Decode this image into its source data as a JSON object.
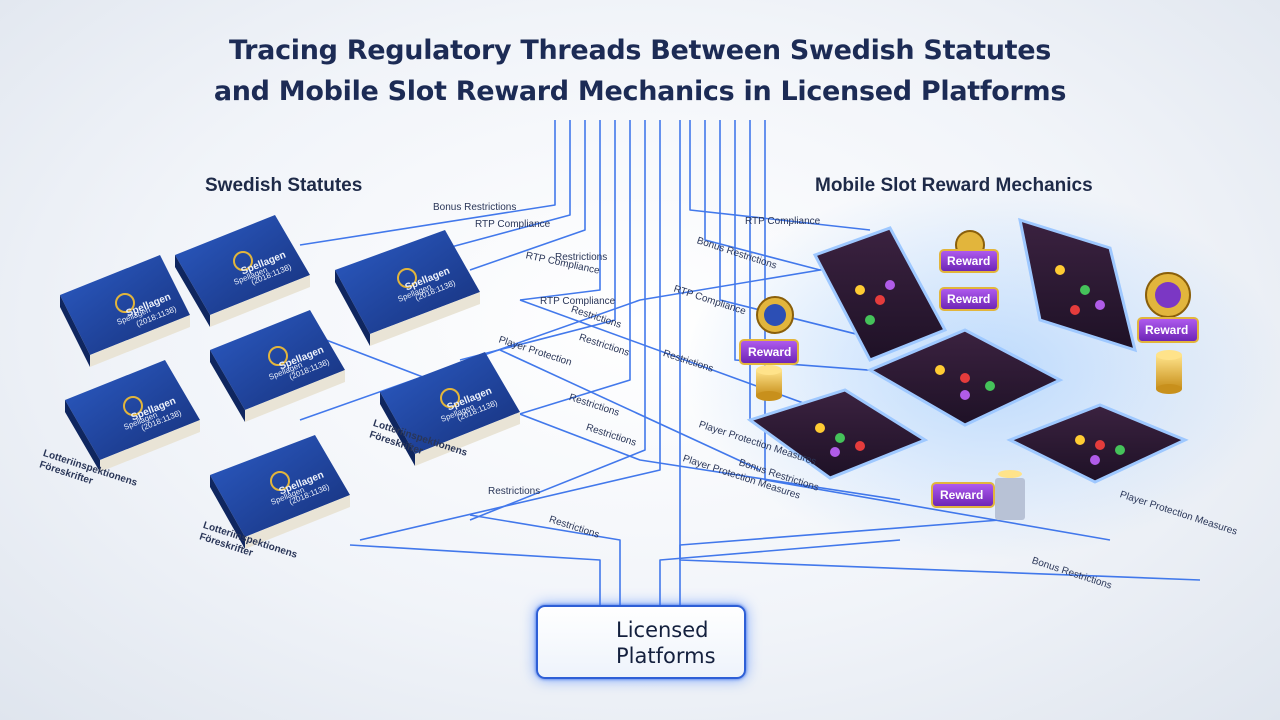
{
  "title": "Tracing Regulatory Threads Between Swedish Statutes\nand Mobile Slot Reward Mechanics in Licensed Platforms",
  "left_section_title": "Swedish Statutes",
  "right_section_title": "Mobile Slot Reward Mechanics",
  "statute_books": [
    {
      "label": "Spellagen",
      "sub": "(2018:1138)"
    },
    {
      "label": "Spellagen",
      "sub": "(2018:1138)"
    },
    {
      "label": "Spellagen",
      "sub": "(2018:1138)"
    },
    {
      "label": "Spellagen",
      "sub": "(2018:1138)"
    },
    {
      "label": "Spellagen",
      "sub": "(2018:1138)"
    },
    {
      "label": "Spellagen",
      "sub": "(2018:1138)"
    },
    {
      "label": "Spellagen",
      "sub": "(2018:1138)"
    }
  ],
  "book_captions": [
    "Lotteriinspektionens Föreskrifter",
    "Lotteriinspektionens Föreskrifter",
    "Lotteriinspektionens Föreskrifter"
  ],
  "thread_labels": [
    "Bonus Restrictions",
    "RTP Compliance",
    "RTP Compliance",
    "RTP Compliance",
    "RTP Compliance",
    "RTP Compliance",
    "Bonus Restrictions",
    "Player Protection",
    "Restrictions",
    "Restrictions",
    "Restrictions",
    "Player Protection Measures",
    "Player Protection Measures",
    "Player Protection Measures",
    "Restrictions",
    "Bonus Restrictions",
    "Restrictions",
    "Restrictions",
    "Restrictions",
    "Restrictions",
    "Bonus Restrictions"
  ],
  "reward_badges": [
    "Reward",
    "Reward",
    "Reward",
    "Reward",
    "Reward"
  ],
  "platform": {
    "label": "Licensed\nPlatforms",
    "icon": "padlock-phone-icon"
  },
  "colors": {
    "thread": "#2f6bea",
    "book": "#1b3f9c",
    "gold": "#e2b53c",
    "reward": "#8a3fd1",
    "title": "#1c2b55"
  }
}
